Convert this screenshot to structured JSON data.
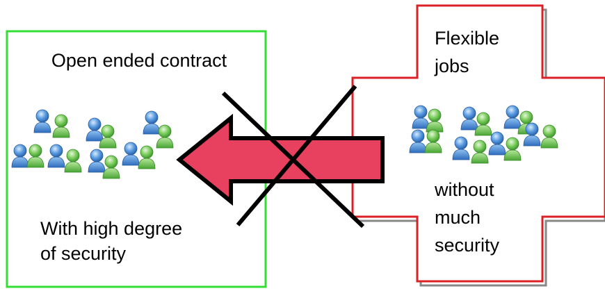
{
  "left_box": {
    "title": "Open ended contract",
    "caption_line1": "With high degree",
    "caption_line2": "of security",
    "border_color": "#33dd33"
  },
  "right_shape": {
    "title_line1": "Flexible",
    "title_line2": "jobs",
    "caption_line1": "without",
    "caption_line2": "much",
    "caption_line3": "security",
    "border_color": "#dd1f26",
    "shadow_color": "#888888"
  },
  "arrow": {
    "color": "#e8405f",
    "direction": "left"
  },
  "cross_out": {
    "color": "#000000"
  },
  "people_icon": {
    "name": "people-group-icon",
    "blue": "#4a8fd6",
    "green": "#6cc259"
  }
}
